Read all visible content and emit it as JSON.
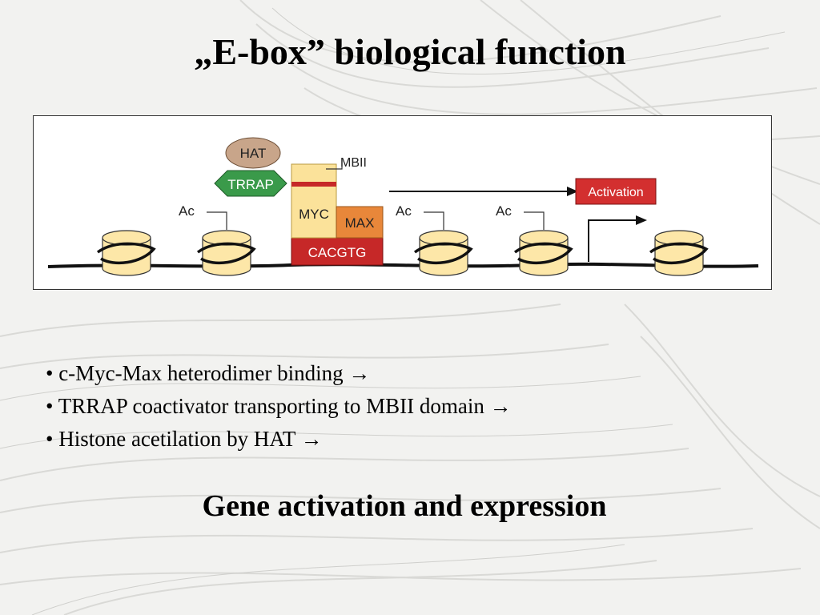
{
  "slide": {
    "title": "„E-box” biological function",
    "diagram": {
      "labels": {
        "hat": "HAT",
        "trrap": "TRRAP",
        "mbii": "MBII",
        "myc": "MYC",
        "max": "MAX",
        "ebox": "CACGTG",
        "activation": "Activation",
        "ac1": "Ac",
        "ac2": "Ac",
        "ac3": "Ac"
      },
      "colors": {
        "hat": "#c8a58a",
        "trrap": "#3a9a4a",
        "myc": "#fbe29a",
        "max": "#e8873a",
        "ebox": "#c62828",
        "activation": "#d32f2f",
        "nucleosome": "#fde7a8"
      }
    },
    "bullets": [
      "• c-Myc-Max heterodimer binding →",
      "• TRRAP coactivator transporting to MBII domain →",
      "• Histone acetilation by HAT →"
    ],
    "conclusion": "Gene activation and expression"
  }
}
